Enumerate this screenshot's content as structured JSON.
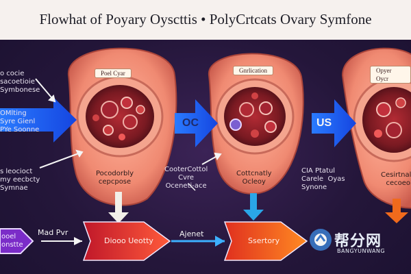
{
  "title": "Flowhat of Poyary Oyscttis  •  PolyCrtcats Ovary Symfone",
  "ovaries": [
    {
      "label": "Poel Cyar",
      "caption": "Pocodorbly\ncepcpose"
    },
    {
      "label": "Gnrlication",
      "caption": "Cottcnatly\nOcleoy"
    },
    {
      "label": "Opyer Oycr",
      "caption": "Cesirtnalle\ncecoeoi"
    }
  ],
  "left_notes": {
    "top": "o cocie\nsacoetioie\nSymbonese",
    "arrow": "OMlting\nSyre Gienl\nPYe Soonne",
    "bottom": "s leocioct\nmy eecbcty\nSymnae"
  },
  "mid_notes": {
    "center": "CooterCottol\nCvre\nOceneti-ace",
    "right": "CIA Ptatul\nCarele  Oyas\nSynone"
  },
  "step_labels": {
    "first": "OC",
    "second": "US"
  },
  "bottom_flow": {
    "left_box": "ooel\nonstte",
    "left_caption": "Mad Pvr",
    "box1": "Diooo Ueotty",
    "mid_caption": "Ajenet",
    "box2": "Ssertory"
  },
  "watermark": {
    "name": "帮分网",
    "sub": "BANGYUNWANG"
  },
  "colors": {
    "background": "#24163a",
    "ovary_outer": "#f08a72",
    "ovary_inner": "#7a1a22",
    "arrow_blue": "#1f62ff",
    "flow_red": "#e8402a",
    "flow_orange": "#f06a1c",
    "flow_purple": "#7b2cc8"
  }
}
